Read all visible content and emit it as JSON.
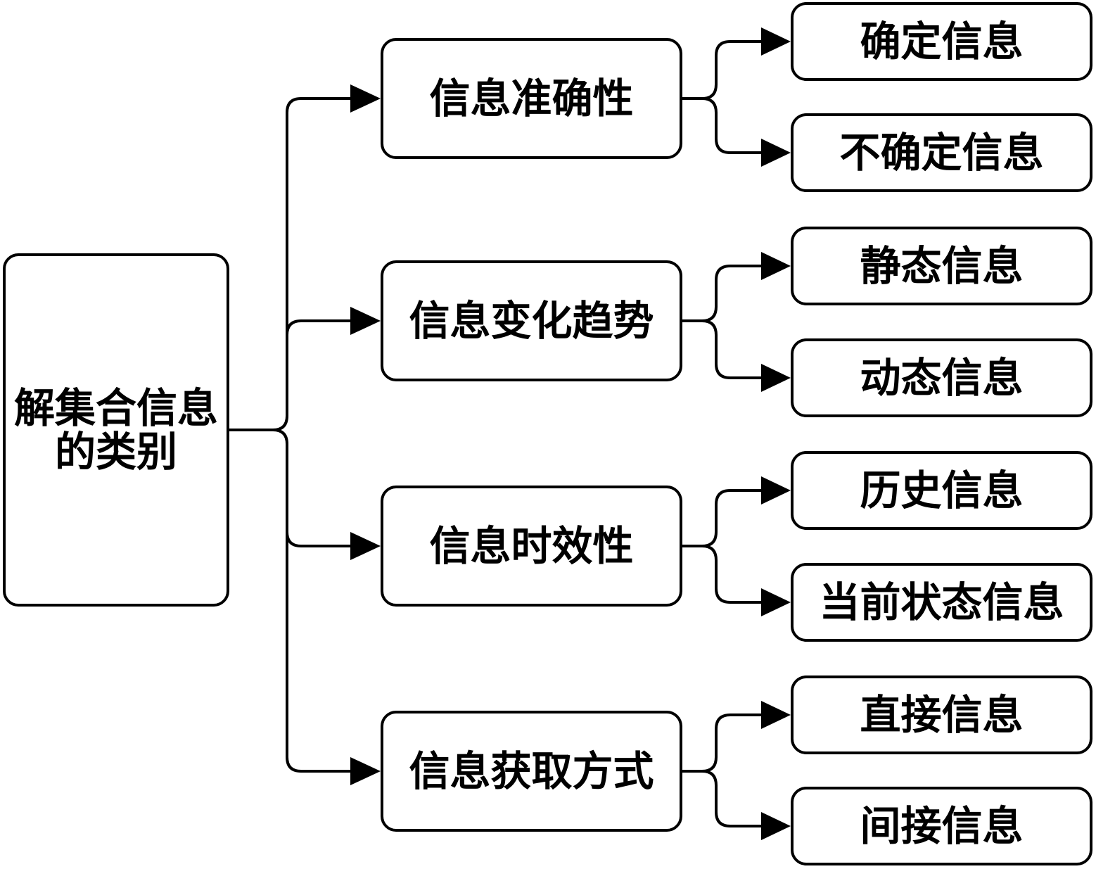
{
  "root": {
    "lines": [
      "解集合信息",
      "的类别"
    ]
  },
  "categories": [
    {
      "label": "信息准确性",
      "children": [
        "确定信息",
        "不确定信息"
      ]
    },
    {
      "label": "信息变化趋势",
      "children": [
        "静态信息",
        "动态信息"
      ]
    },
    {
      "label": "信息时效性",
      "children": [
        "历史信息",
        "当前状态信息"
      ]
    },
    {
      "label": "信息获取方式",
      "children": [
        "直接信息",
        "间接信息"
      ]
    }
  ]
}
